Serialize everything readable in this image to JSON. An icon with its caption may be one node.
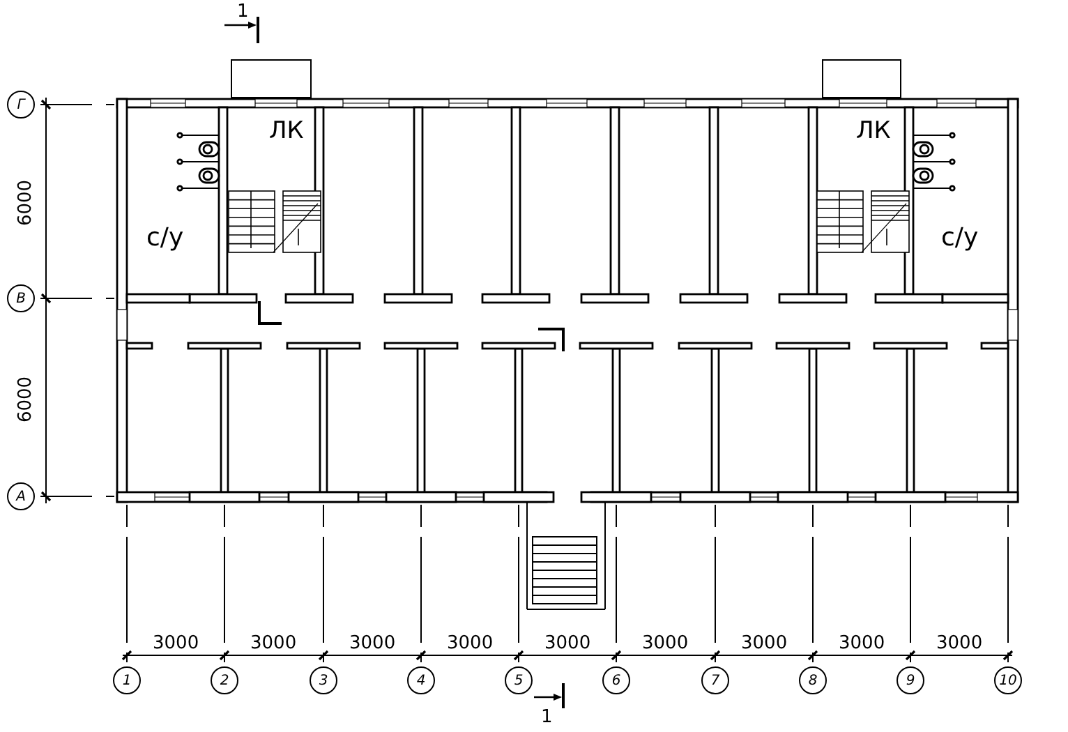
{
  "diagram": {
    "nodes": [
      {
        "text": [
          "Г"
        ]
      },
      {
        "text": [
          "В"
        ]
      },
      {
        "text": [
          "А"
        ]
      },
      {
        "text": [
          "1"
        ]
      },
      {
        "text": [
          "2"
        ]
      },
      {
        "text": [
          "3"
        ]
      },
      {
        "text": [
          "4"
        ]
      },
      {
        "text": [
          "5"
        ]
      },
      {
        "text": [
          "6"
        ]
      },
      {
        "text": [
          "7"
        ]
      },
      {
        "text": [
          "8"
        ]
      },
      {
        "text": [
          "9"
        ]
      },
      {
        "text": [
          "10"
        ]
      }
    ],
    "edges": [],
    "labels": [
      "1",
      "ЛК",
      "ЛК",
      "6000",
      "с/у",
      "с/у",
      "6000",
      "3000",
      "3000",
      "3000",
      "3000",
      "3000",
      "3000",
      "3000",
      "3000",
      "3000",
      "1"
    ]
  }
}
